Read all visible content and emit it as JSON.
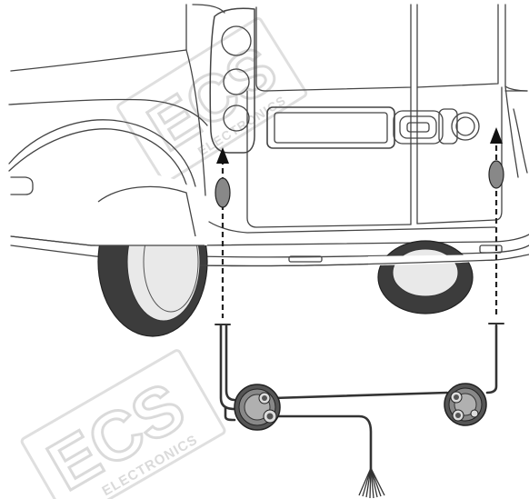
{
  "watermarks": [
    {
      "logo": "ECS",
      "subtitle": "ELECTRONICS"
    },
    {
      "logo": "ECS",
      "subtitle": "ELECTRONICS"
    }
  ],
  "colors": {
    "outline": "#444444",
    "tyre": "#3c3c3c",
    "tyre_dark": "#2a2a2a",
    "rim": "#e9e9e9",
    "wire": "#333333",
    "watermark": "#d9d9d9",
    "background": "#ffffff"
  },
  "icons": {
    "left_arrow": "arrow-up-icon",
    "right_arrow": "arrow-up-icon",
    "left_connector": "connector-icon",
    "right_connector": "connector-icon"
  }
}
